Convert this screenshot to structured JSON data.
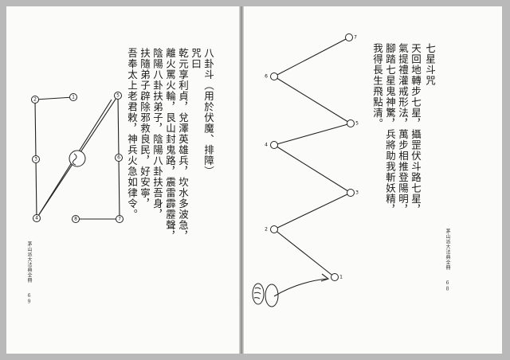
{
  "left_page": {
    "section_title": "八卦斗（用於伏魔、排障）",
    "incantation_label": "咒曰",
    "verse_lines": [
      "乾元享利貞，兌澤英雄兵，坎水多波急，",
      "離火罵火輪，艮山封鬼路，震雷霹靂聲，",
      "陰陽八卦扶弟子，陰陽八卦扶吾身，",
      "扶隨弟子辟除邪救良民，好安寧，",
      "吾奉太上老君敕，神兵火急如律令。"
    ],
    "running_title": "茅山派大法典全冊",
    "page_number": "69",
    "diagram_numbers": [
      "1",
      "2",
      "3",
      "4",
      "5",
      "6",
      "7",
      "8"
    ]
  },
  "right_page": {
    "section_title": "七星斗咒",
    "verse_lines": [
      "天回地轉步七星，攝罡伏斗路七星，",
      "氣提禮灌戒形法，萬步相推登陽明，",
      "腳踏七星鬼神驚，兵將助我斬妖精，",
      "我得長生飛點清。"
    ],
    "running_title": "茅山派大法典全冊",
    "page_number": "68",
    "diagram_numbers": [
      "1",
      "2",
      "3",
      "4",
      "5",
      "6",
      "7"
    ]
  }
}
